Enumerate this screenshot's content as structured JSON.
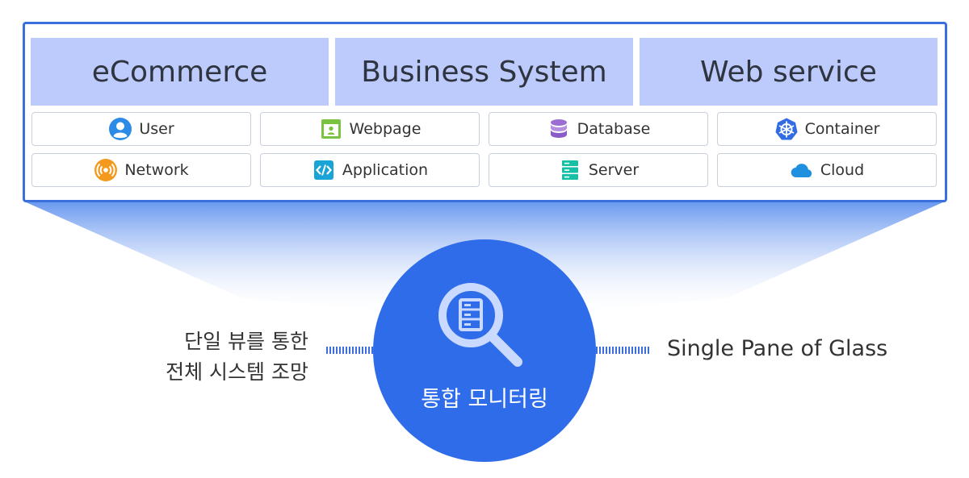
{
  "categories": [
    "eCommerce",
    "Business System",
    "Web service"
  ],
  "components": [
    {
      "label": "User",
      "icon": "user-icon"
    },
    {
      "label": "Webpage",
      "icon": "webpage-icon"
    },
    {
      "label": "Database",
      "icon": "database-icon"
    },
    {
      "label": "Container",
      "icon": "container-icon"
    },
    {
      "label": "Network",
      "icon": "network-icon"
    },
    {
      "label": "Application",
      "icon": "application-icon"
    },
    {
      "label": "Server",
      "icon": "server-icon"
    },
    {
      "label": "Cloud",
      "icon": "cloud-icon"
    }
  ],
  "center": {
    "title": "통합 모니터링",
    "icon": "magnifier-server-icon"
  },
  "left_caption": {
    "line1": "단일 뷰를 통한",
    "line2": "전체 시스템 조망"
  },
  "right_caption": "Single Pane of Glass",
  "colors": {
    "accent": "#2f6cea",
    "frame": "#3a6fdc",
    "category_bg": "#bccbfb"
  }
}
